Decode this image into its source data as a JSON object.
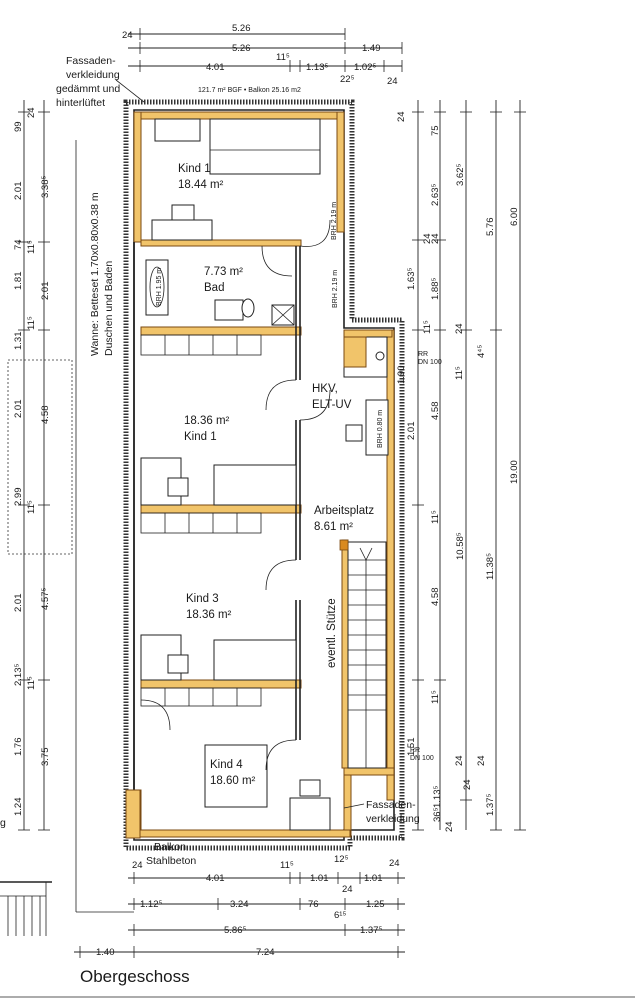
{
  "title": "Obergeschoss",
  "header_note": "121.7  m² BGF • Balkon 25.16 m2",
  "annotations": {
    "facade_top": [
      "Fassaden-",
      "verkleidung",
      "gedämmt und",
      "hinterlüftet"
    ],
    "facade_bottom": [
      "Fassaden-",
      "verkleidung"
    ],
    "tub": [
      "Wanne: Betteset 1.70x0.80x0.38 m",
      "Duschen und Baden"
    ],
    "hkv": [
      "HKV,",
      "ELT-UV"
    ],
    "support": "eventl. Stütze",
    "balcony": [
      "Balkon",
      "Stahlbeton"
    ],
    "rr_top": [
      "RR",
      "DN 100"
    ],
    "rr_bottom": [
      "RR",
      "DN 100"
    ],
    "brh_a": "BRH 2.19 m",
    "brh_b": "BRH 2.19 m",
    "brh_c": "BRH 0.80 m",
    "brh_bath": "BRH 1.95 m",
    "left_edge": "g"
  },
  "rooms": [
    {
      "name": "Kind 1",
      "area": "18.44 m²"
    },
    {
      "name": "Bad",
      "area": "7.73 m²"
    },
    {
      "name": "Kind 1",
      "area": "18.36 m²"
    },
    {
      "name": "Arbeitsplatz",
      "area": "8.61 m²"
    },
    {
      "name": "Kind 3",
      "area": "18.36 m²"
    },
    {
      "name": "Kind 4",
      "area": "18.60 m²"
    }
  ],
  "dims_top": {
    "r1": [
      "24",
      "5.26"
    ],
    "r2": [
      "5.26",
      "1.49"
    ],
    "r3": [
      "4.01",
      "11⁵",
      "1.13⁵",
      "1.02⁵",
      "22⁵",
      "24"
    ]
  },
  "dims_bottom": {
    "r1": [
      "24",
      "4.01",
      "11⁵",
      "12⁵",
      "1.01",
      "24",
      "1.01",
      "24"
    ],
    "r2": [
      "1.12⁵",
      "3.24",
      "76",
      "6¹⁵",
      "1.25"
    ],
    "r3": [
      "5.86⁵",
      "1.37⁵"
    ],
    "r4": [
      "1.40",
      "7.24"
    ]
  },
  "dims_left_a": [
    "99",
    "24",
    "2.01",
    "74",
    "11⁵",
    "1.81",
    "11⁵",
    "1.31",
    "2.01",
    "2.99",
    "11⁵",
    "2.01",
    "2.13⁵",
    "11⁵",
    "1.76",
    "1.24"
  ],
  "dims_left_b": [
    "3.38⁵",
    "2.01",
    "4.58",
    "4.57⁵",
    "3.75"
  ],
  "dims_right_a": [
    "24",
    "24",
    "1.63⁵",
    "11⁵",
    "1.90",
    "2.01",
    "11⁵",
    "11⁵",
    "1.51",
    "24",
    "24",
    "36⁵"
  ],
  "dims_right_b": [
    "75",
    "2.63⁵",
    "24",
    "1.88⁵",
    "24",
    "11⁵",
    "4.58",
    "4.58",
    "1.13⁵",
    "24"
  ],
  "dims_right_c": [
    "3.62⁵",
    "4⁴⁵",
    "10.58⁵",
    "24",
    "1.37⁵"
  ],
  "dims_right_d": [
    "5.76",
    "11.38⁵"
  ],
  "dims_right_e": [
    "6.00",
    "19.00"
  ]
}
